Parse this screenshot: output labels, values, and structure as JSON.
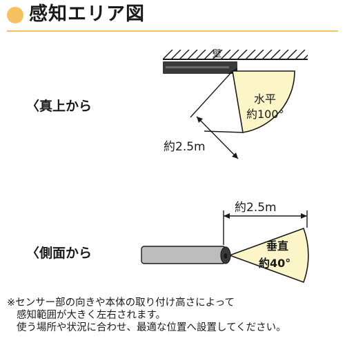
{
  "colors": {
    "accent": "#f6c25f",
    "area_fill": "#fbf5c8",
    "ink": "#1a1a1a",
    "sensor_body": "#bdbdbd",
    "sensor_dark": "#3a3a3a"
  },
  "header": {
    "title": "感知エリア図"
  },
  "top_view": {
    "label": "〈真上から",
    "wall_label": "壁",
    "angle_line1": "水平",
    "angle_line2": "約100°",
    "distance": "約2.5m"
  },
  "side_view": {
    "label": "〈側面から",
    "angle_line1": "垂直",
    "angle_line2": "約40°",
    "distance": "約2.5m"
  },
  "note": {
    "lines": [
      "※センサー部の向きや本体の取り付け高さによって",
      "感知範囲が大きく左右されます。",
      "使う場所や状況に合わせ、最適な位置へ設置してください。"
    ]
  }
}
